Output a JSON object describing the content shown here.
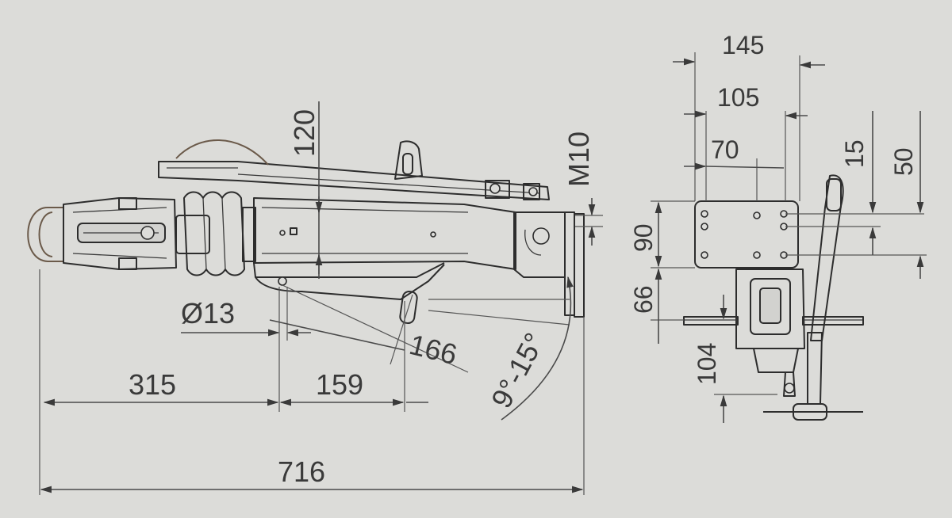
{
  "side_view": {
    "dim_height_120": "120",
    "dim_thread_m10": "M10",
    "dim_hole_diameter": "Ø13",
    "dim_diagonal_166": "166",
    "dim_angle": "9°-15°",
    "dim_315": "315",
    "dim_159": "159",
    "dim_overall_length": "716"
  },
  "front_view": {
    "dim_width_145": "145",
    "dim_width_105": "105",
    "dim_width_70": "70",
    "dim_height_15": "15",
    "dim_height_50": "50",
    "dim_height_90": "90",
    "dim_height_66": "66",
    "dim_height_104": "104"
  }
}
